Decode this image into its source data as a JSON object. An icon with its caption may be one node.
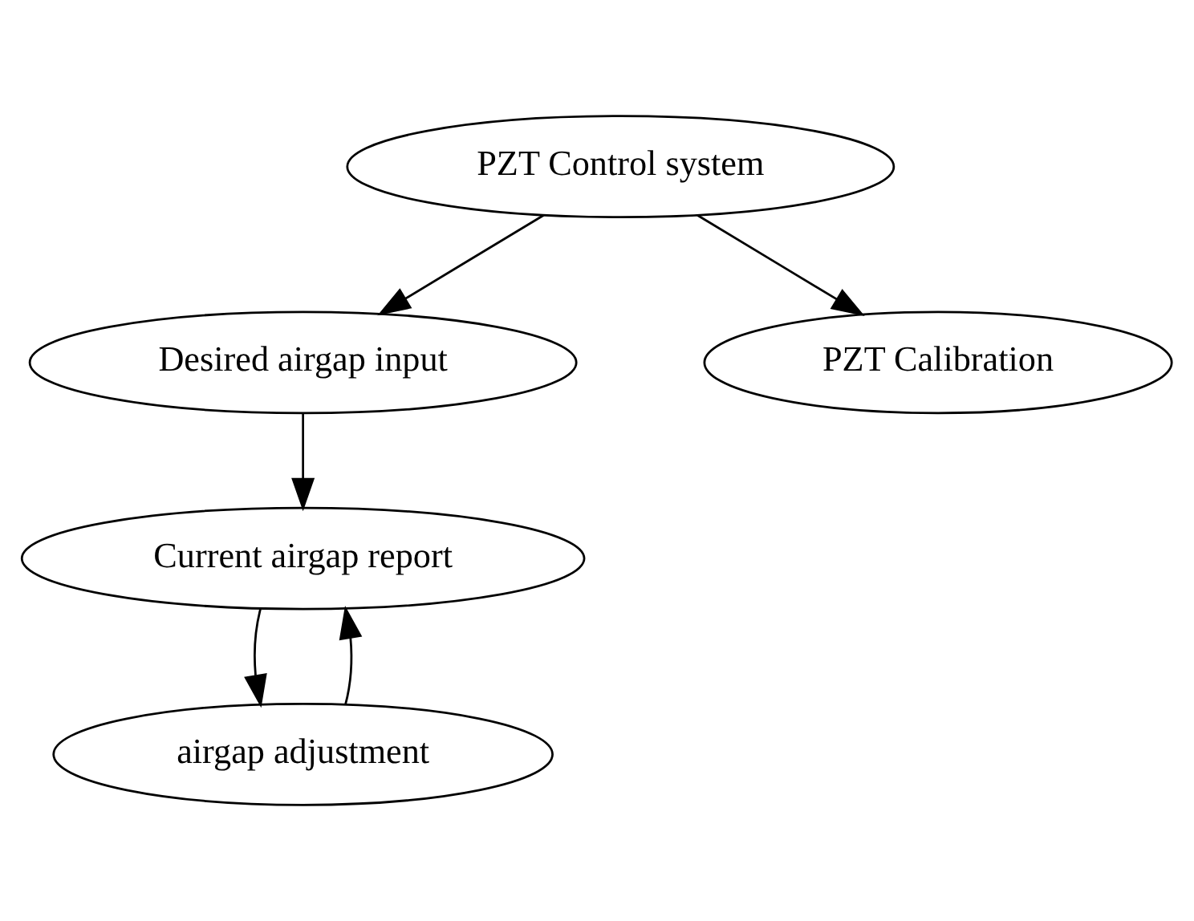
{
  "diagram": {
    "nodes": [
      {
        "text": [
          "PZT Control system"
        ]
      },
      {
        "text": [
          "Desired airgap input"
        ]
      },
      {
        "text": [
          "PZT Calibration"
        ]
      },
      {
        "text": [
          "Current airgap report"
        ]
      },
      {
        "text": [
          "airgap adjustment"
        ]
      }
    ],
    "edges": [
      {
        "from": 0,
        "to": 1,
        "arrow": "to"
      },
      {
        "from": 0,
        "to": 2,
        "arrow": "to"
      },
      {
        "from": 1,
        "to": 3,
        "arrow": "to"
      },
      {
        "from": 3,
        "to": 4,
        "arrow": "to"
      },
      {
        "from": 4,
        "to": 3,
        "arrow": "to"
      }
    ]
  }
}
